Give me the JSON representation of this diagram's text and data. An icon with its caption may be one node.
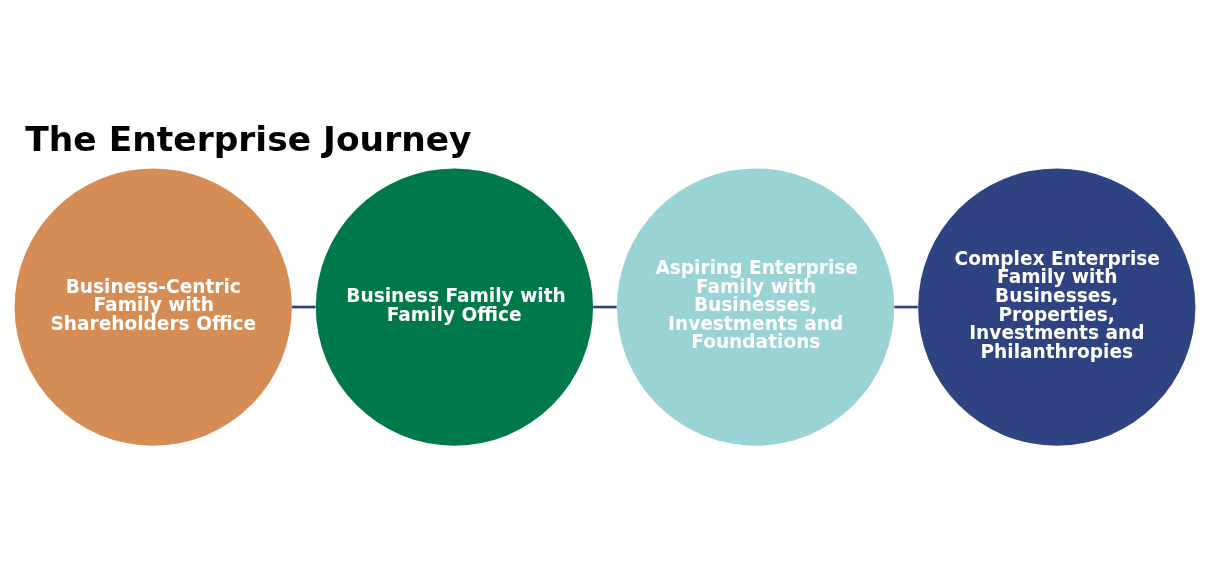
{
  "diagram": {
    "title": "The Enterprise Journey",
    "nodes": [
      {
        "text": [
          "Business-Centric Family with Shareholders Office"
        ]
      },
      {
        "text": [
          "Business Family with Family Office"
        ]
      },
      {
        "text": [
          "Aspiring Enterprise Family with Businesses, Investments and Foundations"
        ]
      },
      {
        "text": [
          "Complex Enterprise Family with Businesses, Properties, Investments and Philanthropies"
        ]
      }
    ],
    "edges": [
      {
        "from": 0,
        "to": 1,
        "arrow": "none"
      },
      {
        "from": 1,
        "to": 2,
        "arrow": "none"
      },
      {
        "from": 2,
        "to": 3,
        "arrow": "none"
      }
    ]
  }
}
